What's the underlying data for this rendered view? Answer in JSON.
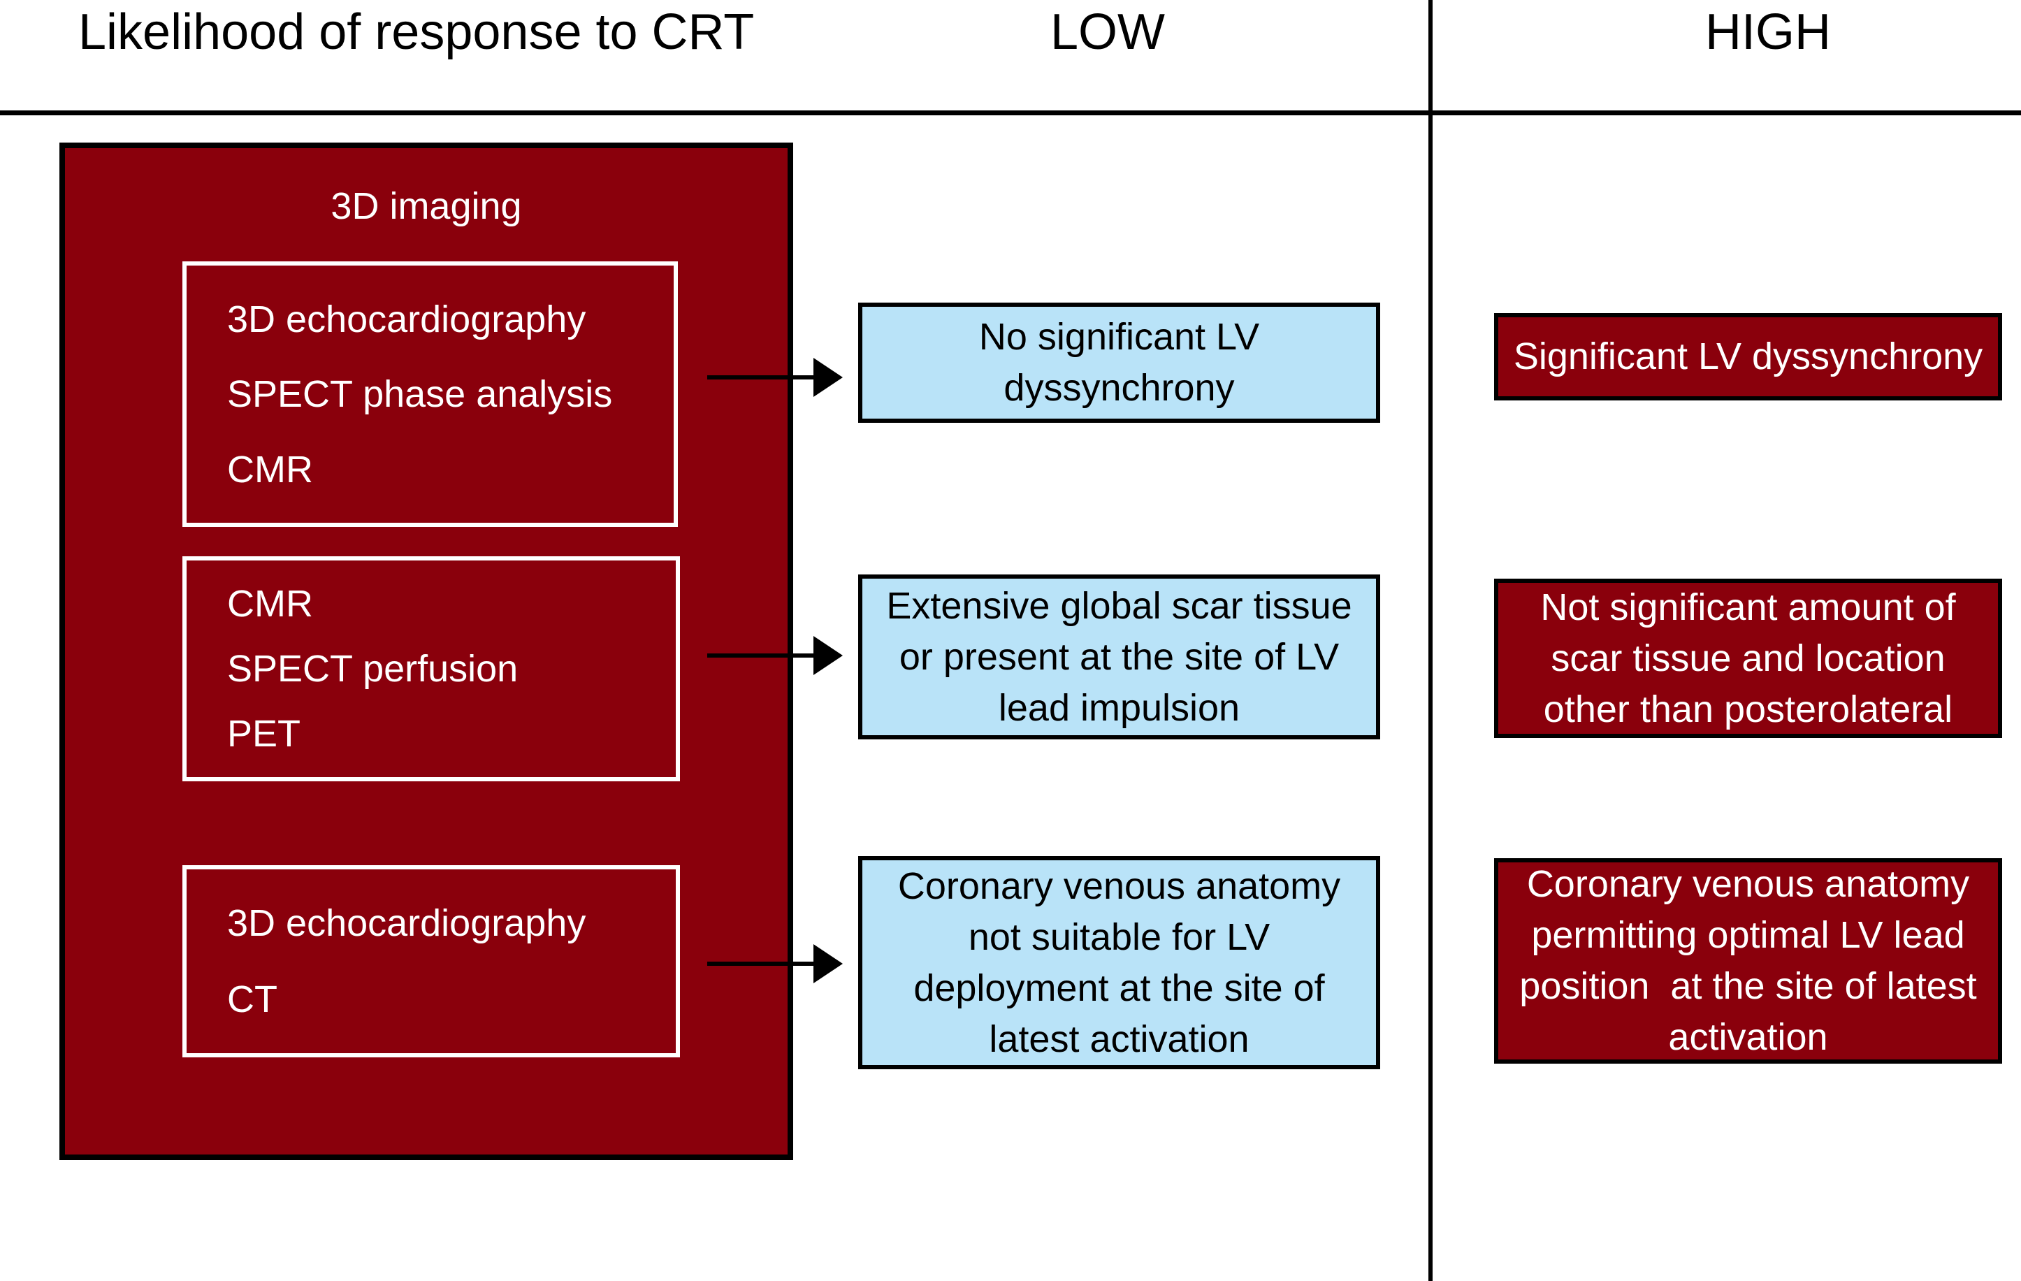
{
  "header": {
    "title": "Likelihood of response to CRT",
    "column_low": "LOW",
    "column_high": "HIGH"
  },
  "colors": {
    "dark_red": "#8A000C",
    "light_blue": "#B9E3F8",
    "line_black": "#000000",
    "text_white": "#FFFFFF"
  },
  "left_panel": {
    "title": "3D imaging",
    "groups": [
      {
        "items": [
          "3D echocardiography",
          "SPECT phase analysis",
          "CMR"
        ]
      },
      {
        "items": [
          "CMR",
          "SPECT perfusion",
          "PET"
        ]
      },
      {
        "items": [
          "3D echocardiography",
          "CT"
        ]
      }
    ]
  },
  "low_column": {
    "boxes": [
      "No significant LV\ndyssynchrony",
      "Extensive global scar tissue\nor present at the site of LV\nlead impulsion",
      "Coronary venous anatomy\nnot suitable for LV\ndeployment at the site of\nlatest activation"
    ]
  },
  "high_column": {
    "boxes": [
      "Significant LV dyssynchrony",
      "Not significant amount of\nscar tissue and location\nother than posterolateral",
      "Coronary venous anatomy\npermitting optimal LV lead\nposition  at the site of latest\nactivation"
    ]
  }
}
